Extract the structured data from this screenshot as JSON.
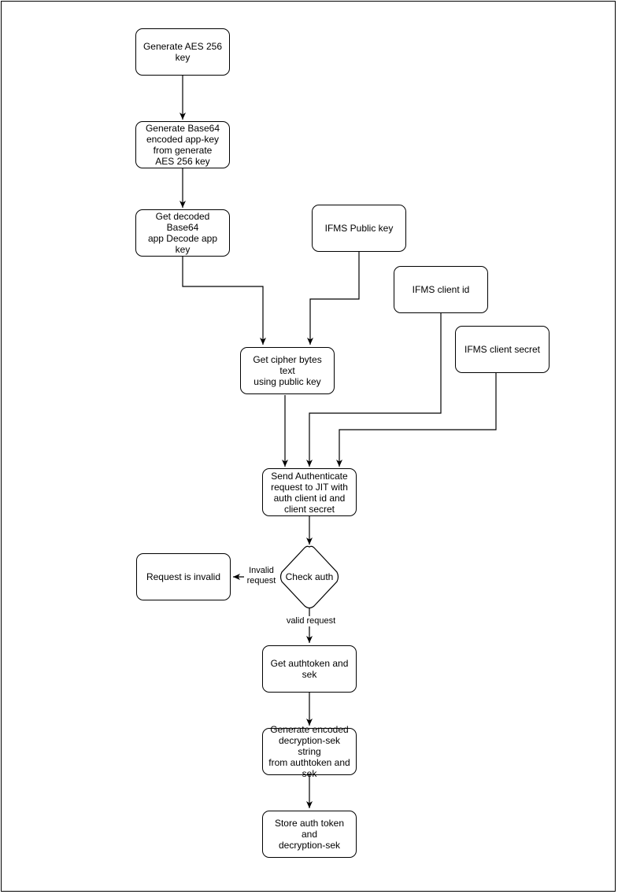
{
  "nodes": {
    "gen_aes": "Generate AES 256\nkey",
    "gen_b64": "Generate Base64\nencoded app-key\nfrom generate\nAES 256 key",
    "get_decoded": "Get decoded Base64\napp Decode app key",
    "pub_key": "IFMS Public key",
    "client_id": "IFMS client id",
    "client_secret": "IFMS client secret",
    "cipher": "Get cipher bytes text\nusing public key",
    "send_auth": "Send Authenticate\nrequest to JIT with\nauth client id and\nclient secret",
    "check_auth": "Check auth",
    "invalid": "Request is invalid",
    "get_token": "Get authtoken and\nsek",
    "gen_encoded": "Generate encoded\ndecryption-sek string\nfrom authtoken and\nsek",
    "store": "Store auth token and\ndecryption-sek"
  },
  "edge_labels": {
    "invalid_request": "Invalid\nrequest",
    "valid_request": "valid request"
  }
}
